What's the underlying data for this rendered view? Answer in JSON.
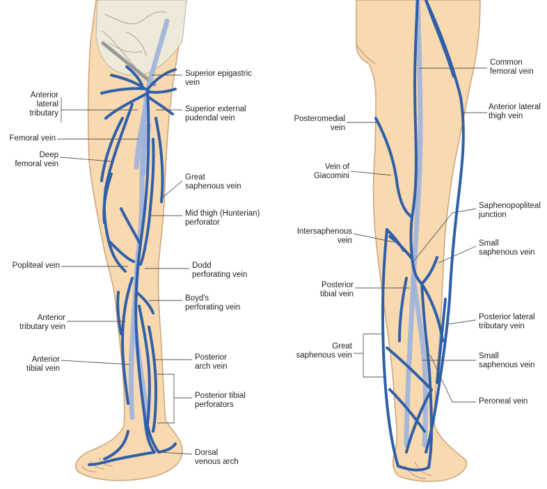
{
  "colors": {
    "skin": "#f8d9b0",
    "skin_outline": "#c9a47c",
    "bone": "#efe9da",
    "vein": "#2f5fa8",
    "vein_dark": "#1d4a91",
    "deep_vein": "#9db3dc",
    "leader": "#555555"
  },
  "left_view": {
    "labels": {
      "superior_epigastric": [
        "Superior epigastric",
        "vein"
      ],
      "anterior_lateral_tributary": [
        "Anterior",
        "lateral",
        "tributary"
      ],
      "superior_external_pudendal": [
        "Superior external",
        "pudendal vein"
      ],
      "femoral_vein": [
        "Femoral vein"
      ],
      "deep_femoral_vein": [
        "Deep",
        "femoral vein"
      ],
      "great_saphenous": [
        "Great",
        "saphenous vein"
      ],
      "mid_thigh_perforator": [
        "Mid thigh (Hunterian)",
        "perforator"
      ],
      "popliteal_vein": [
        "Popliteal vein"
      ],
      "dodd_perforating": [
        "Dodd",
        "perforating vein"
      ],
      "boyds_perforating": [
        "Boyd's",
        "perforating vein"
      ],
      "anterior_tributary": [
        "Anterior",
        "tributary vein"
      ],
      "anterior_tibial": [
        "Anterior",
        "tibial vein"
      ],
      "posterior_arch": [
        "Posterior",
        "arch vein"
      ],
      "posterior_tibial_perforators": [
        "Posterior tibial",
        "perforators"
      ],
      "dorsal_venous_arch": [
        "Dorsal",
        "venous arch"
      ]
    }
  },
  "right_view": {
    "labels": {
      "common_femoral": [
        "Common",
        "femoral vein"
      ],
      "anterior_lateral_thigh": [
        "Anterior lateral",
        "thigh vein"
      ],
      "posteromedial": [
        "Posteromedial",
        "vein"
      ],
      "vein_of_giacomini": [
        "Vein of",
        "Giacomini"
      ],
      "saphenopopliteal_junction": [
        "Saphenopopliteal",
        "junction"
      ],
      "intersaphenous": [
        "Intersaphenous",
        "vein"
      ],
      "small_saphenous_1": [
        "Small",
        "saphenous vein"
      ],
      "posterior_tibial": [
        "Posterior",
        "tibial vein"
      ],
      "posterior_lateral_tributary": [
        "Posterior lateral",
        "tributary vein"
      ],
      "great_saphenous": [
        "Great",
        "saphenous vein"
      ],
      "small_saphenous_2": [
        "Small",
        "saphenous vein"
      ],
      "peroneal_vein": [
        "Peroneal vein"
      ]
    }
  }
}
